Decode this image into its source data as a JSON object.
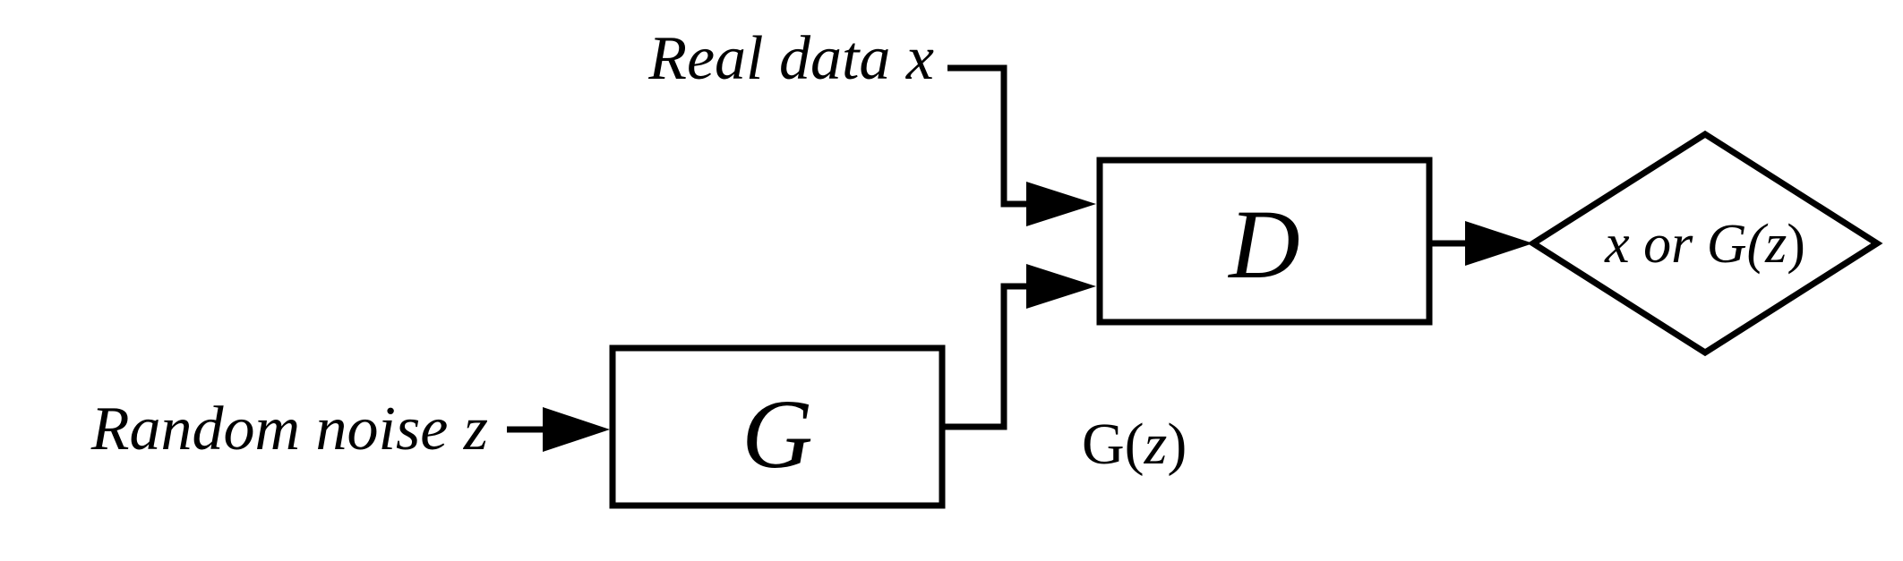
{
  "inputs": {
    "real_data": {
      "text": "Real data x"
    },
    "random_noise": {
      "text": "Random noise z"
    }
  },
  "blocks": {
    "generator": {
      "label": "G"
    },
    "discriminator": {
      "label": "D"
    }
  },
  "signals": {
    "generator_output": {
      "prefix": "G(",
      "var": "z",
      "suffix": ")"
    }
  },
  "decision": {
    "pre": "x or G(",
    "var": "z",
    "suf": ")"
  }
}
